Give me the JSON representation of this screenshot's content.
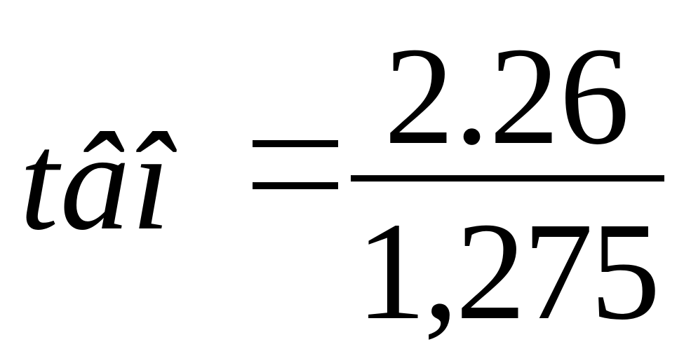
{
  "formula": {
    "lhs": "tâî",
    "operator": "=",
    "numerator": "2.26",
    "denominator": "1,275"
  },
  "colors": {
    "text": "#000000",
    "background": "#ffffff"
  }
}
